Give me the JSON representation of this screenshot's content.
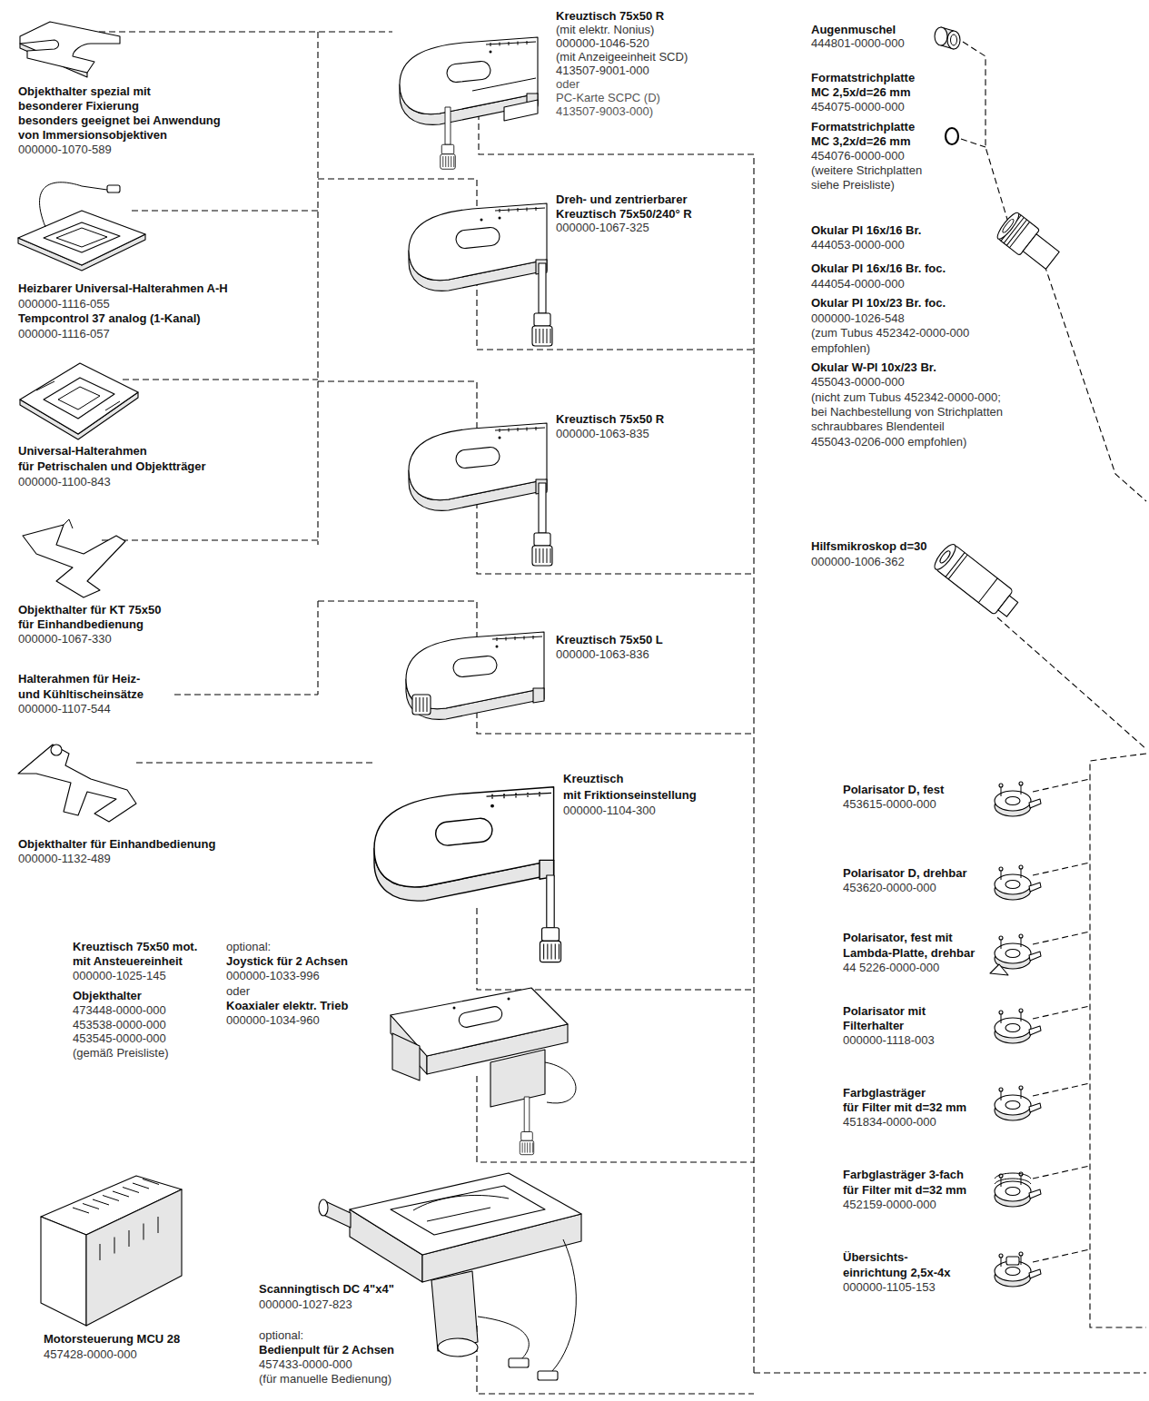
{
  "diagram": {
    "labels": [
      "Objekthalter spezial mit",
      "besonderer Fixierung",
      "besonders geeignet bei Anwendung",
      "von Immersionsobjektiven",
      "000000-1070-589",
      "Heizbarer Universal-Halterahmen A-H",
      "000000-1116-055",
      "Tempcontrol 37 analog (1-Kanal)",
      "000000-1116-057",
      "Universal-Halterahmen",
      "für Petrischalen und Objektträger",
      "000000-1100-843",
      "Objekthalter für KT 75x50",
      "für Einhandbedienung",
      "000000-1067-330",
      "Halterahmen für Heiz-",
      "und Kühltischeinsätze",
      "000000-1107-544",
      "Objekthalter für Einhandbedienung",
      "000000-1132-489",
      "Kreuztisch 75x50 mot.",
      "mit Ansteuereinheit",
      "000000-1025-145",
      "Objekthalter",
      "473448-0000-000",
      "453538-0000-000",
      "453545-0000-000",
      "(gemäß Preisliste)",
      "optional:",
      "Joystick für 2 Achsen",
      "000000-1033-996",
      "oder",
      "Koaxialer elektr. Trieb",
      "000000-1034-960",
      "Motorsteuerung MCU 28",
      "457428-0000-000",
      "Scanningtisch DC 4\"x4\"",
      "000000-1027-823",
      "optional:",
      "Bedienpult für 2 Achsen",
      "457433-0000-000",
      "(für manuelle Bedienung)",
      "Kreuztisch 75x50 R",
      "(mit elektr. Nonius)",
      "000000-1046-520",
      "(mit Anzeigeeinheit SCD)",
      "413507-9001-000",
      "oder",
      "PC-Karte SCPC (D)",
      "413507-9003-000)",
      "Dreh- und zentrierbarer",
      "Kreuztisch 75x50/240° R",
      "000000-1067-325",
      "Kreuztisch 75x50 R",
      "000000-1063-835",
      "Kreuztisch 75x50 L",
      "000000-1063-836",
      "Kreuztisch",
      "mit Friktionseinstellung",
      "000000-1104-300",
      "Augenmuschel",
      "444801-0000-000",
      "Formatstrichplatte",
      "MC 2,5x/d=26 mm",
      "454075-0000-000",
      "Formatstrichplatte",
      "MC 3,2x/d=26 mm",
      "454076-0000-000",
      "(weitere Strichplatten",
      "siehe Preisliste)",
      "Okular Pl 16x/16 Br.",
      "444053-0000-000",
      "Okular Pl 16x/16 Br. foc.",
      "444054-0000-000",
      "Okular Pl 10x/23 Br. foc.",
      "000000-1026-548",
      "(zum Tubus 452342-0000-000",
      "empfohlen)",
      "Okular W-Pl 10x/23 Br.",
      "455043-0000-000",
      "(nicht zum Tubus 452342-0000-000;",
      "bei Nachbestellung von Strichplatten",
      "schraubbares Blendenteil",
      "455043-0206-000 empfohlen)",
      "Hilfsmikroskop d=30",
      "000000-1006-362",
      "Polarisator D, fest",
      "453615-0000-000",
      "Polarisator D, drehbar",
      "453620-0000-000",
      "Polarisator, fest mit",
      "Lambda-Platte, drehbar",
      "44 5226-0000-000",
      "Polarisator mit",
      "Filterhalter",
      "000000-1118-003",
      "Farbglasträger",
      "für Filter mit d=32 mm",
      "451834-0000-000",
      "Farbglasträger 3-fach",
      "für Filter mit d=32 mm",
      "452159-0000-000",
      "Übersichts-",
      "einrichtung 2,5x-4x",
      "000000-1105-153"
    ]
  }
}
